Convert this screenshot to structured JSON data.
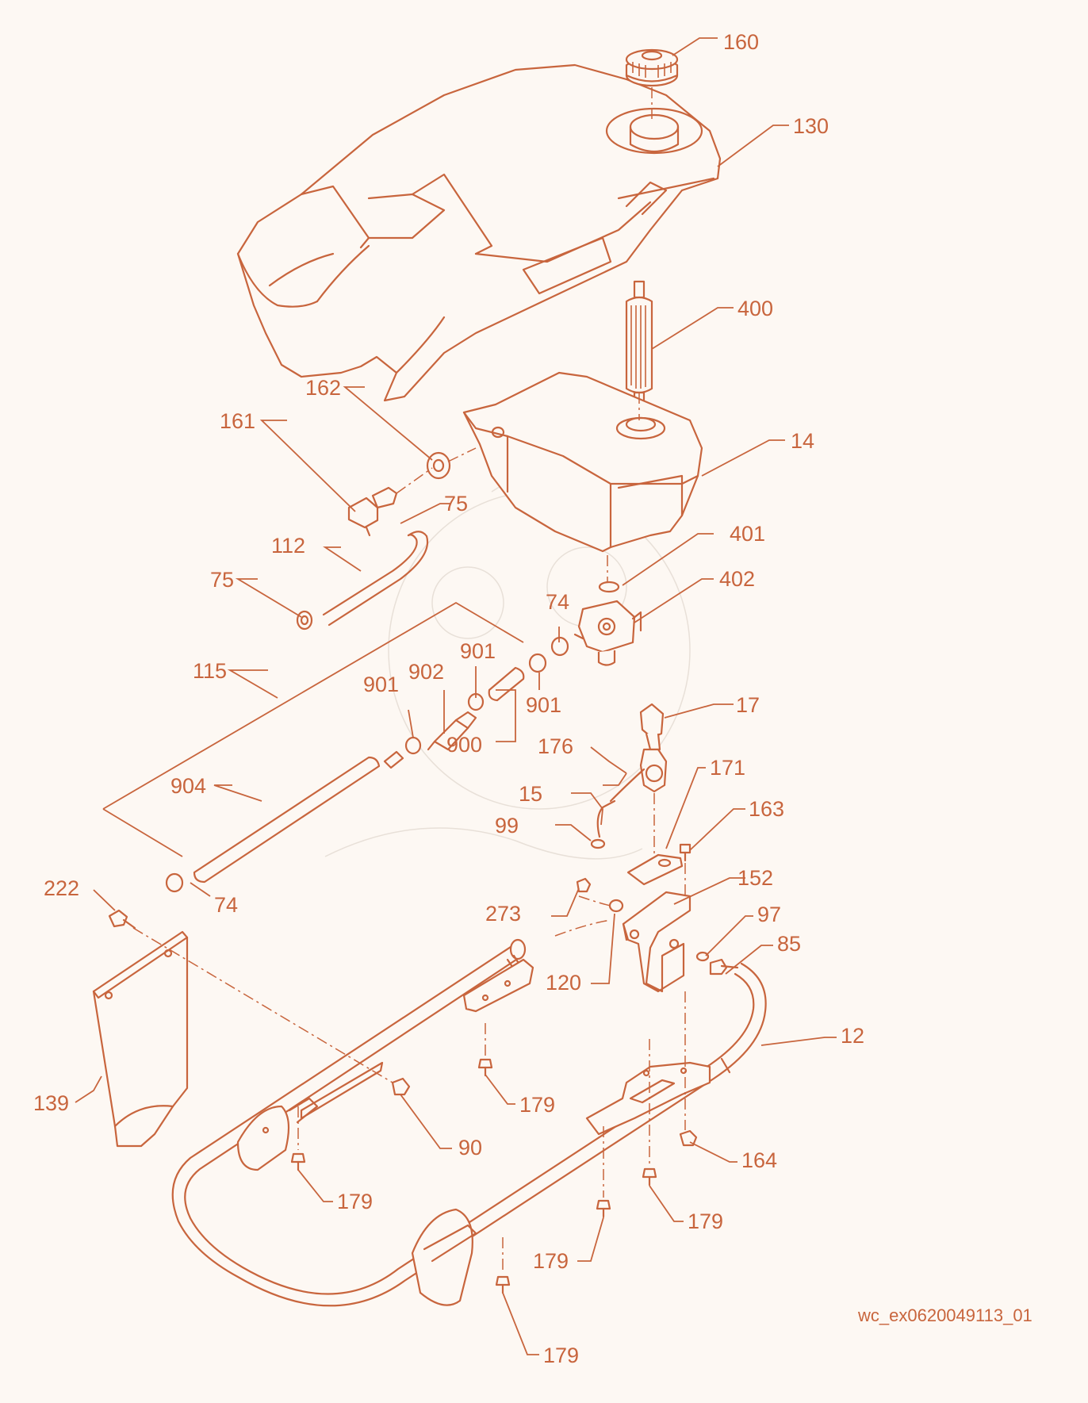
{
  "drawing_ref": "wc_ex0620049113_01",
  "colors": {
    "line": "#c8653d",
    "background": "#fdf8f3"
  },
  "callouts": [
    {
      "id": "c160",
      "label": "160"
    },
    {
      "id": "c130",
      "label": "130"
    },
    {
      "id": "c400",
      "label": "400"
    },
    {
      "id": "c162",
      "label": "162"
    },
    {
      "id": "c161",
      "label": "161"
    },
    {
      "id": "c14",
      "label": "14"
    },
    {
      "id": "c75a",
      "label": "75"
    },
    {
      "id": "c112",
      "label": "112"
    },
    {
      "id": "c401",
      "label": "401"
    },
    {
      "id": "c75b",
      "label": "75"
    },
    {
      "id": "c402",
      "label": "402"
    },
    {
      "id": "c74a",
      "label": "74"
    },
    {
      "id": "c115",
      "label": "115"
    },
    {
      "id": "c901a",
      "label": "901"
    },
    {
      "id": "c902",
      "label": "902"
    },
    {
      "id": "c901b",
      "label": "901"
    },
    {
      "id": "c901c",
      "label": "901"
    },
    {
      "id": "c900",
      "label": "900"
    },
    {
      "id": "c17",
      "label": "17"
    },
    {
      "id": "c176",
      "label": "176"
    },
    {
      "id": "c171",
      "label": "171"
    },
    {
      "id": "c904",
      "label": "904"
    },
    {
      "id": "c15",
      "label": "15"
    },
    {
      "id": "c163",
      "label": "163"
    },
    {
      "id": "c99",
      "label": "99"
    },
    {
      "id": "c152",
      "label": "152"
    },
    {
      "id": "c222",
      "label": "222"
    },
    {
      "id": "c74b",
      "label": "74"
    },
    {
      "id": "c273",
      "label": "273"
    },
    {
      "id": "c97",
      "label": "97"
    },
    {
      "id": "c85",
      "label": "85"
    },
    {
      "id": "c120",
      "label": "120"
    },
    {
      "id": "c12",
      "label": "12"
    },
    {
      "id": "c179a",
      "label": "179"
    },
    {
      "id": "c139",
      "label": "139"
    },
    {
      "id": "c90",
      "label": "90"
    },
    {
      "id": "c164",
      "label": "164"
    },
    {
      "id": "c179b",
      "label": "179"
    },
    {
      "id": "c179c",
      "label": "179"
    },
    {
      "id": "c179d",
      "label": "179"
    },
    {
      "id": "c179e",
      "label": "179"
    }
  ]
}
